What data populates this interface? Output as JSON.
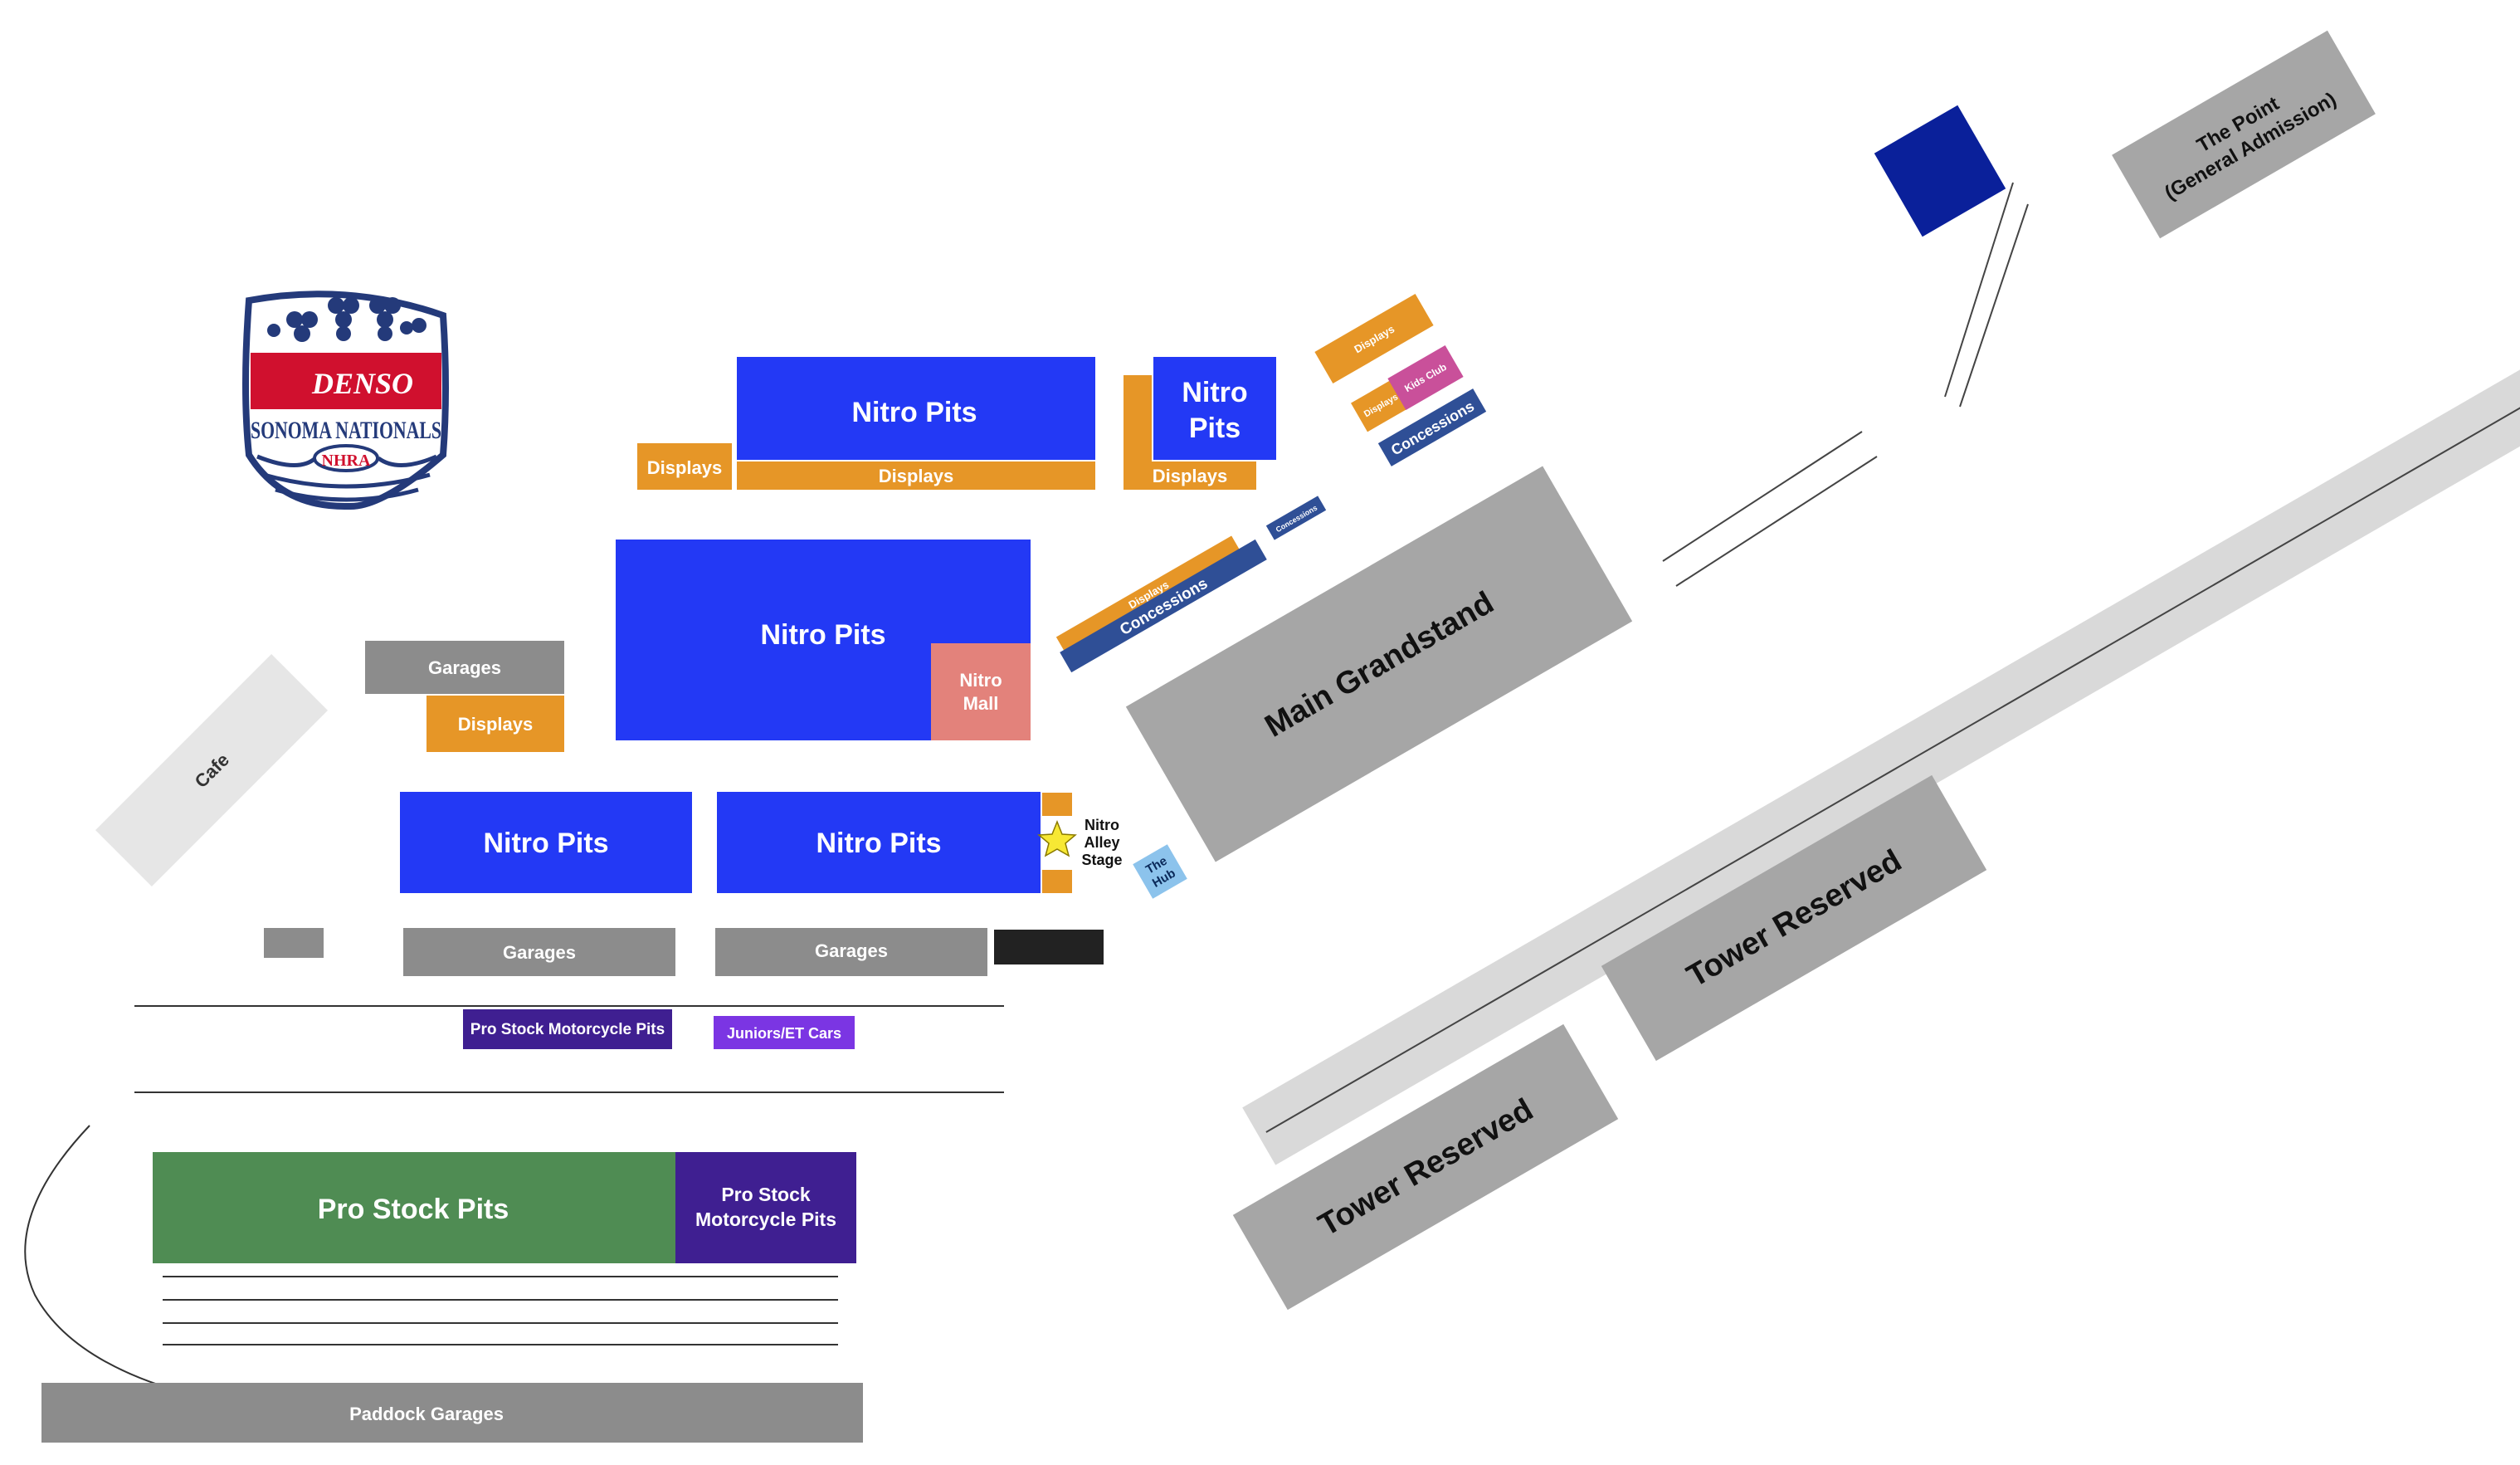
{
  "event": {
    "logo": {
      "brand": "DENSO",
      "title": "SONOMA NATIONALS",
      "badge": "NHRA"
    }
  },
  "colors": {
    "nitro_pits": "#2339f5",
    "displays": "#e69627",
    "garages": "#8c8c8c",
    "grandstand": "#a6a6a6",
    "concessions": "#2f4f96",
    "kids_club": "#c9509a",
    "nitro_mall": "#e3827b",
    "pro_stock": "#4f8c53",
    "pro_stock_moto": "#3f1f91",
    "juniors": "#7b35e3",
    "hub": "#8cc3ec",
    "track": "#d9d9d9",
    "cafe": "#e6e6e6",
    "navy_block": "#0a209a"
  },
  "labels": {
    "nitro_pits_top": "Nitro Pits",
    "nitro_pits_top_right_l1": "Nitro",
    "nitro_pits_top_right_l2": "Pits",
    "nitro_pits_center": "Nitro Pits",
    "nitro_pits_left": "Nitro Pits",
    "nitro_pits_right": "Nitro Pits",
    "nitro_mall_l1": "Nitro",
    "nitro_mall_l2": "Mall",
    "displays_left": "Displays",
    "displays_top_center": "Displays",
    "displays_top_right": "Displays",
    "displays_garage": "Displays",
    "displays_diag_small": "Displays",
    "displays_diag_upper": "Displays",
    "displays_kids": "Displays",
    "kids_club": "Kids Club",
    "concessions_diag": "Concessions",
    "concessions_small": "Concessions",
    "concessions_upper": "Concessions",
    "garages_upper": "Garages",
    "garages_left": "Garages",
    "garages_right": "Garages",
    "cafe": "Cafe",
    "stage_l1": "Nitro",
    "stage_l2": "Alley",
    "stage_l3": "Stage",
    "hub_l1": "The",
    "hub_l2": "Hub",
    "main_grandstand": "Main Grandstand",
    "the_point_l1": "The Point",
    "the_point_l2": "(General Admission)",
    "tower_reserved_right": "Tower Reserved",
    "tower_reserved_left": "Tower Reserved",
    "pro_stock_moto_pits_small": "Pro Stock Motorcycle Pits",
    "juniors_et": "Juniors/ET Cars",
    "pro_stock_pits": "Pro Stock Pits",
    "pro_stock_moto_l1": "Pro Stock",
    "pro_stock_moto_l2": "Motorcycle Pits",
    "paddock_garages": "Paddock Garages"
  }
}
